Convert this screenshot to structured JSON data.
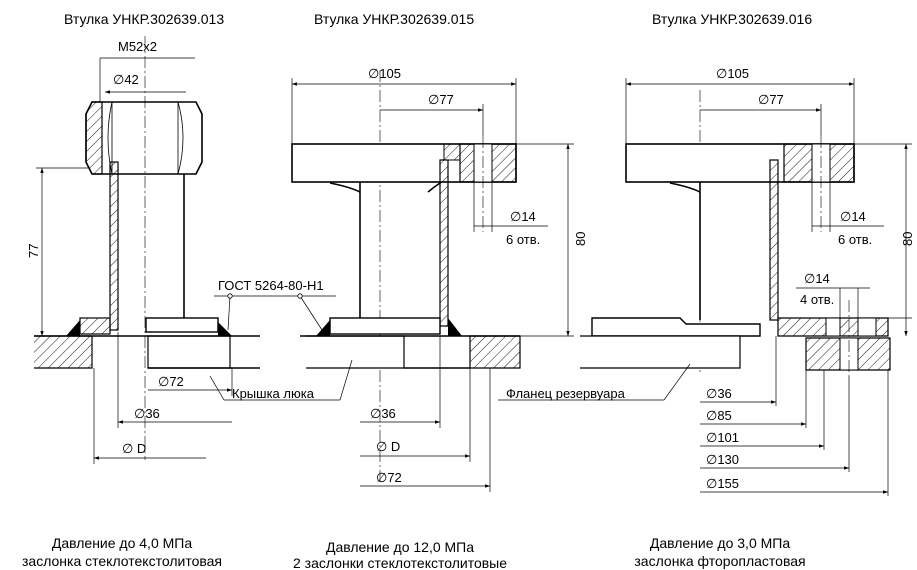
{
  "titles": {
    "left": "Втулка УНКР.302639.013",
    "middle": "Втулка УНКР.302639.015",
    "right": "Втулка УНКР.302639.016"
  },
  "left": {
    "thread": "M52x2",
    "d42": "∅42",
    "h77": "77",
    "d72": "∅72",
    "d36": "∅36",
    "dD": "∅ D"
  },
  "middle": {
    "d105": "∅105",
    "d77": "∅77",
    "holes_d": "∅14",
    "holes_n": "6 отв.",
    "h80": "80",
    "d36": "∅36",
    "dD": "∅ D",
    "d72": "∅72"
  },
  "right": {
    "d105": "∅105",
    "d77": "∅77",
    "holes_d": "∅14",
    "holes_n": "6 отв.",
    "h80": "80",
    "holes2_d": "∅14",
    "holes2_n": "4 отв.",
    "d36": "∅36",
    "d85": "∅85",
    "d101": "∅101",
    "d130": "∅130",
    "d155": "∅155"
  },
  "callouts": {
    "weld": "ГОСТ 5264-80-Н1",
    "hatch_cover": "Крышка люка",
    "tank_flange": "Фланец резервуара"
  },
  "captions": {
    "left": [
      "Давление до 4,0 МПа",
      "заслонка стеклотекстолитовая"
    ],
    "middle": [
      "Давление до 12,0 МПа",
      "2 заслонки стеклотекстолитовые"
    ],
    "right": [
      "Давление до 3,0 МПа",
      "заслонка фторопластовая"
    ]
  }
}
